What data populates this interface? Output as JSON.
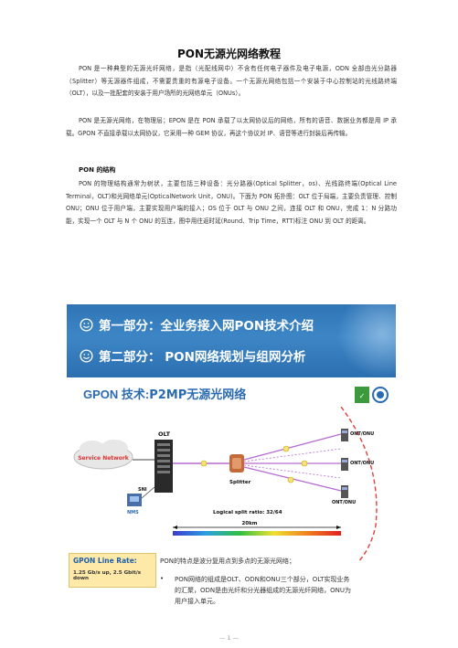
{
  "page": {
    "title": "PON无源光网络教程",
    "intro_p1": "PON 是一种典型的无源光纤网络，是指（光配线网中）不含有任何电子器件及电子电源，ODN 全部由光分路器（Splitter）等无源器件组成，不需要贵重的有源电子设备。一个无源光网络包括一个安装于中心控制站的光线路终端（OLT），以及一批配套的安装于用户场所的光网络单元（ONUs）。",
    "intro_p2": "PON 是无源光网络，在物理层；EPON 是在 PON 承载了以太网协议后的网络，所有的语音、数据业务都是用 IP 承载。GPON 不直接承载以太网协议，它采用一种 GEM 协议，再这个协议对 IP、语音等进行封装后再传输。",
    "section_heading": "PON 的结构",
    "structure_p": "PON 的物理结构通常为树状，主要包括三种设备：光分路器(Optical Splitter，os)、光线路终端(Optical Line Terminal，OLT)和光网络单元(OpticalNetwork Unit，ONU)。下面为 PON 拓扑图：OLT 位于局端，主要负责管理、控制 ONU；ONU 位于用户端，主要实现用户端的接入；OS 位于 OLT 与 ONU 之间，连接 OLT 和 ONU，完成 1：N 分路功能，实现一个 OLT 与 N 个 ONU 的互连，图中用往返时延(Round、Trip Time，RTT)标注 ONU 到 OLT 的距离。",
    "page_number": "— 1 —"
  },
  "banner": {
    "line1": "第一部分：全业务接入网PON技术介绍",
    "line2": "第二部分： PON网络规划与组网分析"
  },
  "slide": {
    "title_prefix": "GPON 技术:",
    "title_main": "P2MP无源光网络",
    "labels": {
      "olt": "OLT",
      "service_network": "Service Network",
      "sni": "SNI",
      "nms": "NMS",
      "splitter": "Splitter",
      "split_ratio": "Logical split ratio: 32/64",
      "distance": "20km",
      "onu1": "ONT/ONU",
      "onu2": "ONT/ONU",
      "onu3": "ONT/ONU"
    },
    "line_rate_title": "GPON Line Rate:",
    "line_rate_body": "1.25 Gb/s up, 2.5 Gbit/s down",
    "caption1": "PON的特点是波分复用点到多点的无源光网络；",
    "bullet1_l1": "PON网络的组成是OLT、ODN和ONU三个部分，OLT实现业务",
    "bullet1_l2": "的汇聚，ODN是由光纤和分光器组成的无源光纤网络，ONU为",
    "bullet1_l3": "用户接入单元。"
  },
  "colors": {
    "banner_blue": "#2f75b6",
    "title_blue": "#2b6bb0",
    "fiber_red": "#e0413a",
    "fiber_purple": "#b66bd0",
    "line_rate_bg": "#ffe9a8"
  }
}
